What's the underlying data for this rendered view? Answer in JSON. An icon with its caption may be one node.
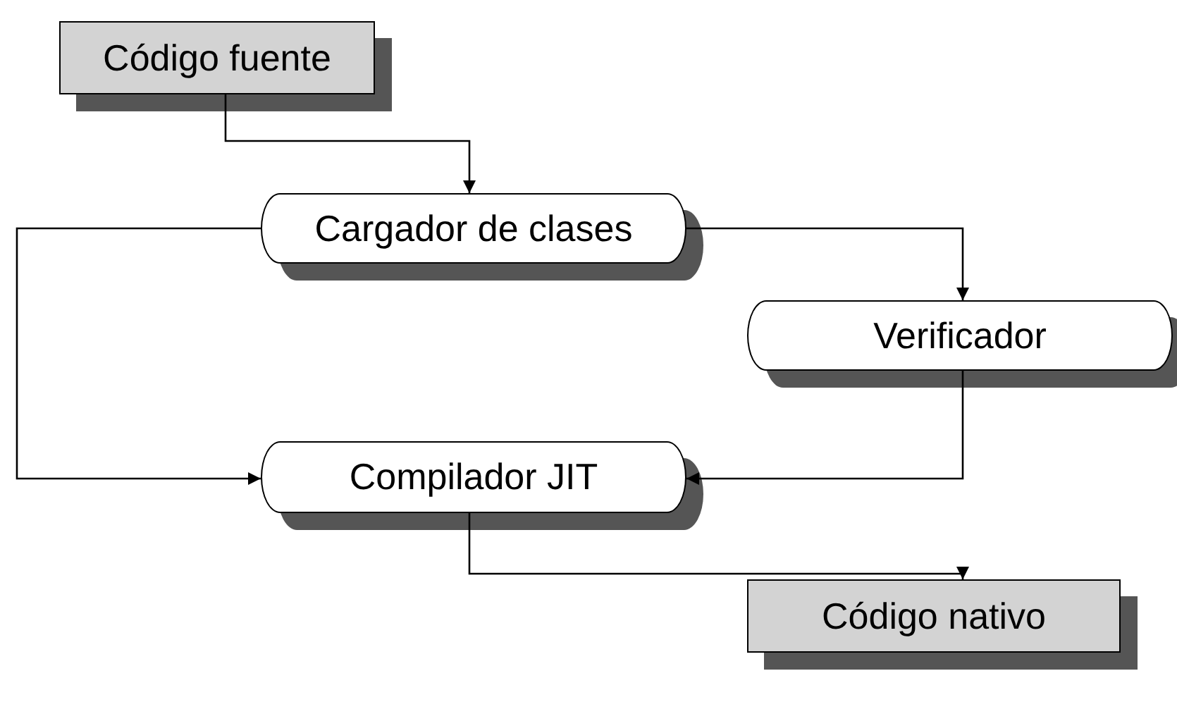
{
  "diagram": {
    "nodes": [
      {
        "text": [
          "Código fuente"
        ]
      },
      {
        "text": [
          "Cargador de clases"
        ]
      },
      {
        "text": [
          "Verificador"
        ]
      },
      {
        "text": [
          "Compilador JIT"
        ]
      },
      {
        "text": [
          "Código nativo"
        ]
      }
    ],
    "edges": [
      {
        "from": 0,
        "to": 1,
        "arrow": "to"
      },
      {
        "from": 1,
        "to": 2,
        "arrow": "to"
      },
      {
        "from": 1,
        "to": 3,
        "arrow": "to"
      },
      {
        "from": 2,
        "to": 3,
        "arrow": "to"
      },
      {
        "from": 3,
        "to": 4,
        "arrow": "to"
      }
    ]
  }
}
